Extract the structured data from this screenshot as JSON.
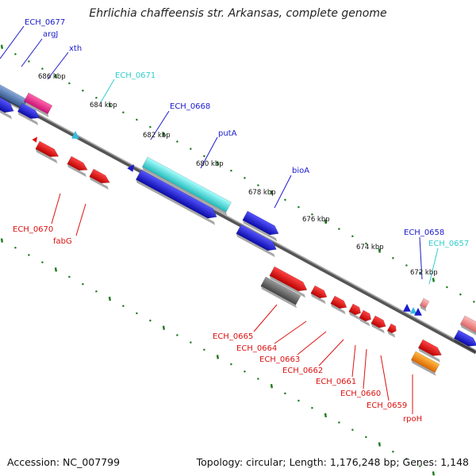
{
  "title": "Ehrlichia chaffeensis str. Arkansas, complete genome",
  "footer": {
    "accession": "Accession: NC_007799",
    "summary": "Topology: circular; Length: 1,176,248 bp; Genes: 1,148"
  },
  "colors": {
    "dark_blue": "#1a1acc",
    "cyan": "#33cccc",
    "red": "#dd1111",
    "gray": "#666666",
    "pink": "#e8338a",
    "orange": "#ff8800",
    "tick_green": "#1c7a1c"
  },
  "scale_ticks": [
    "686 kbp",
    "684 kbp",
    "682 kbp",
    "680 kbp",
    "678 kbp",
    "676 kbp",
    "674 kbp",
    "672 kbp"
  ],
  "labels_top": [
    {
      "text": "ECH_0677",
      "color": "dark_blue"
    },
    {
      "text": "argJ",
      "color": "dark_blue"
    },
    {
      "text": "xth",
      "color": "dark_blue"
    },
    {
      "text": "ECH_0671",
      "color": "cyan"
    },
    {
      "text": "ECH_0668",
      "color": "dark_blue"
    },
    {
      "text": "putA",
      "color": "dark_blue"
    },
    {
      "text": "bioA",
      "color": "dark_blue"
    },
    {
      "text": "ECH_0658",
      "color": "dark_blue"
    },
    {
      "text": "ECH_0657",
      "color": "cyan"
    }
  ],
  "labels_bottom": [
    {
      "text": "ECH_0670",
      "color": "red"
    },
    {
      "text": "fabG",
      "color": "red"
    },
    {
      "text": "ECH_0665",
      "color": "red"
    },
    {
      "text": "ECH_0664",
      "color": "red"
    },
    {
      "text": "ECH_0663",
      "color": "red"
    },
    {
      "text": "ECH_0662",
      "color": "red"
    },
    {
      "text": "ECH_0661",
      "color": "red"
    },
    {
      "text": "ECH_0660",
      "color": "red"
    },
    {
      "text": "ECH_0659",
      "color": "red"
    },
    {
      "text": "rpoH",
      "color": "red"
    }
  ]
}
